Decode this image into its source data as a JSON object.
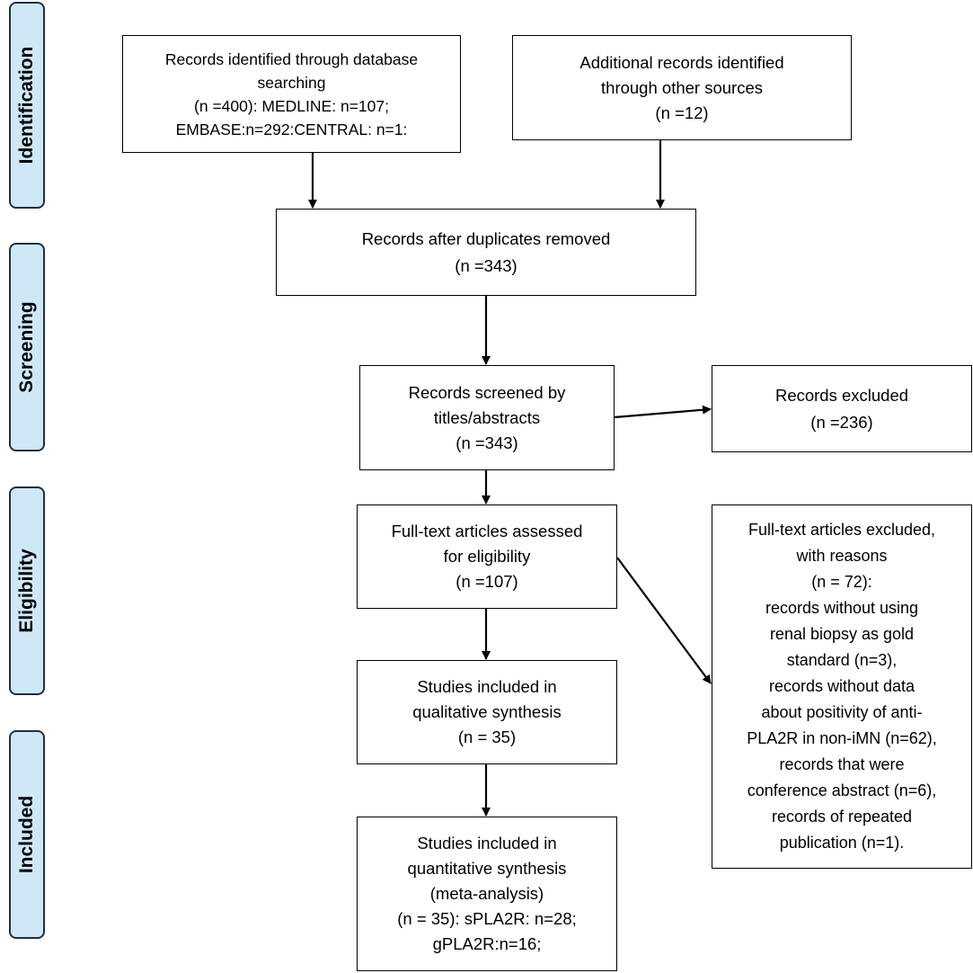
{
  "stages": {
    "identification": "Identification",
    "screening": "Screening",
    "eligibility": "Eligibility",
    "included": "Included"
  },
  "boxes": {
    "database_search": {
      "lines": [
        "Records identified through database",
        "searching",
        "(n =400): MEDLINE: n=107;",
        "EMBASE:n=292:CENTRAL: n=1:"
      ]
    },
    "other_sources": {
      "lines": [
        "Additional records identified",
        "through other sources",
        "(n =12)"
      ]
    },
    "duplicates_removed": {
      "lines": [
        "Records after duplicates removed",
        "(n =343)"
      ]
    },
    "screened": {
      "lines": [
        "Records screened by",
        "titles/abstracts",
        "(n =343)"
      ]
    },
    "excluded": {
      "lines": [
        "Records excluded",
        "(n =236)"
      ]
    },
    "fulltext_assessed": {
      "lines": [
        "Full-text articles assessed",
        "for eligibility",
        "(n =107)"
      ]
    },
    "fulltext_excluded": {
      "lines": [
        "Full-text articles excluded,",
        "with reasons",
        "(n = 72):",
        "records without using",
        "renal biopsy as gold",
        "standard (n=3),",
        "records without data",
        "about positivity of anti-",
        "PLA2R in non-iMN (n=62),",
        "records that were",
        "conference abstract (n=6),",
        "records of repeated",
        "publication (n=1)."
      ]
    },
    "qualitative": {
      "lines": [
        "Studies included in",
        "qualitative synthesis",
        "(n = 35)"
      ]
    },
    "quantitative": {
      "lines": [
        "Studies included in",
        "quantitative synthesis",
        "(meta-analysis)",
        "(n = 35): sPLA2R: n=28;",
        "gPLA2R:n=16;"
      ]
    }
  }
}
